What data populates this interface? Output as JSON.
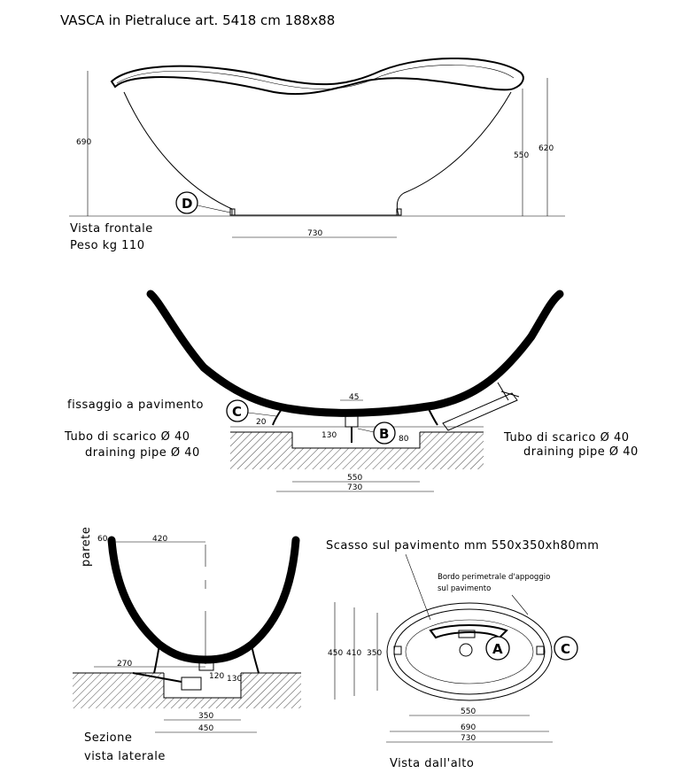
{
  "title": "VASCA in Pietraluce art. 5418 cm 188x88",
  "front_view": {
    "label": "Vista frontale",
    "weight": "Peso kg 110",
    "dim_690": "690",
    "dim_550": "550",
    "dim_620": "620",
    "dim_730": "730",
    "marker": "D"
  },
  "section_front": {
    "fixing_label": "fissaggio a pavimento",
    "drain_left_it": "Tubo di scarico Ø 40",
    "drain_left_en": "draining pipe Ø 40",
    "drain_right_it": "Tubo di scarico Ø 40",
    "drain_right_en": "draining pipe Ø 40",
    "dim_45": "45",
    "dim_20": "20",
    "dim_130": "130",
    "dim_80": "80",
    "dim_550": "550",
    "dim_730": "730",
    "marker_c": "C",
    "marker_b": "B"
  },
  "side_section": {
    "wall_label": "parete",
    "dim_60": "60",
    "dim_420": "420",
    "dim_270": "270",
    "dim_120": "120",
    "dim_130": "130",
    "dim_350": "350",
    "dim_450": "450",
    "label_1": "Sezione",
    "label_2": "vista laterale"
  },
  "top_view": {
    "recess_label": "Scasso sul pavimento mm 550x350xh80mm",
    "rim_label_1": "Bordo perimetrale d'appoggio",
    "rim_label_2": "sul pavimento",
    "dim_450": "450",
    "dim_410": "410",
    "dim_350": "350",
    "dim_550": "550",
    "dim_690": "690",
    "dim_730": "730",
    "marker_a": "A",
    "marker_c": "C",
    "label": "Vista dall'alto"
  }
}
